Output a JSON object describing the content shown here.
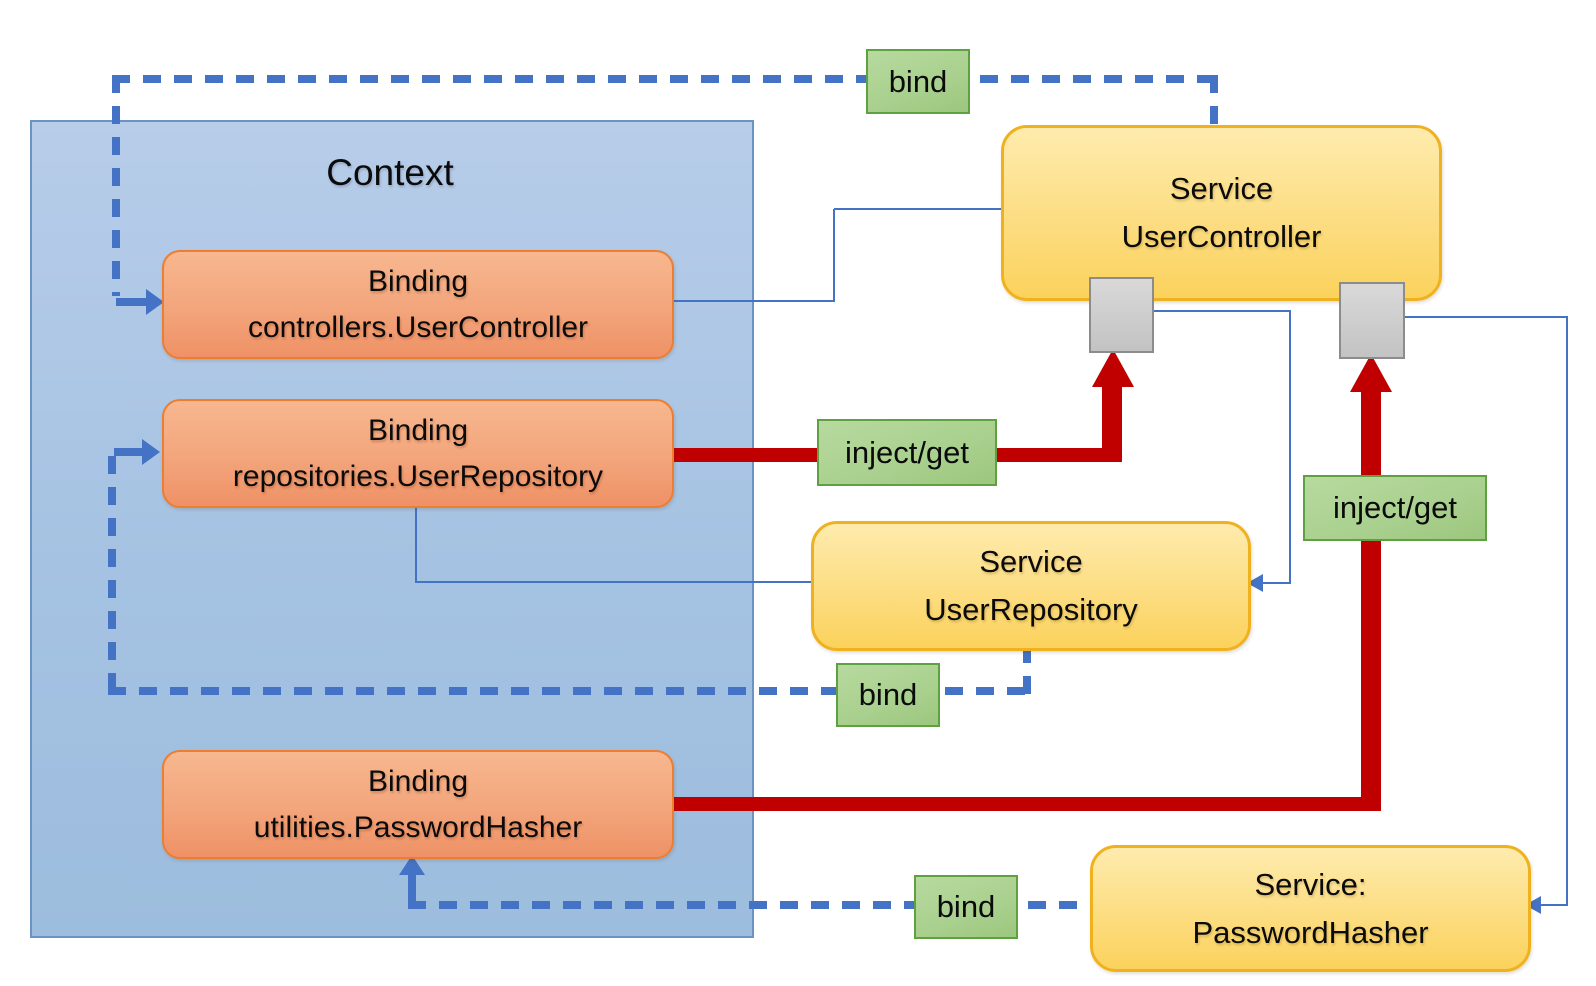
{
  "diagram": {
    "title": "Context"
  },
  "bindings": [
    {
      "line1": "Binding",
      "line2": "controllers.UserController"
    },
    {
      "line1": "Binding",
      "line2": "repositories.UserRepository"
    },
    {
      "line1": "Binding",
      "line2": "utilities.PasswordHasher"
    }
  ],
  "services": [
    {
      "line1": "Service",
      "line2": "UserController"
    },
    {
      "line1": "Service",
      "line2": "UserRepository"
    },
    {
      "line1": "Service:",
      "line2": "PasswordHasher"
    }
  ],
  "labels": {
    "bind_top": "bind",
    "bind_middle": "bind",
    "bind_bottom": "bind",
    "inject_get_left": "inject/get",
    "inject_get_right": "inject/get"
  },
  "connections": [
    {
      "from": "Service UserController",
      "to": "Binding controllers.UserController",
      "label": "bind",
      "style": "blue-dashed"
    },
    {
      "from": "Service UserRepository",
      "to": "Binding repositories.UserRepository",
      "label": "bind",
      "style": "blue-dashed"
    },
    {
      "from": "Service: PasswordHasher",
      "to": "Binding utilities.PasswordHasher",
      "label": "bind",
      "style": "blue-dashed"
    },
    {
      "from": "Binding repositories.UserRepository",
      "to": "Service UserController port 1",
      "label": "inject/get",
      "style": "red-thick"
    },
    {
      "from": "Binding utilities.PasswordHasher",
      "to": "Service UserController port 2",
      "label": "inject/get",
      "style": "red-thick"
    },
    {
      "from": "Binding controllers.UserController",
      "to": "Service UserController",
      "style": "blue-thin"
    },
    {
      "from": "Binding repositories.UserRepository",
      "to": "Service UserRepository",
      "style": "blue-thin"
    },
    {
      "from": "Service UserController port 1",
      "to": "Service UserRepository",
      "style": "blue-thin-arrow"
    },
    {
      "from": "Service UserController port 2",
      "to": "Service: PasswordHasher",
      "style": "blue-thin-arrow"
    }
  ],
  "colors": {
    "context_fill_top": "#B7CDE9",
    "context_fill_bottom": "#9DBDDE",
    "context_border": "#6B94C5",
    "binding_fill_top": "#F7B78F",
    "binding_fill_bottom": "#EF9166",
    "binding_border": "#ED7D31",
    "service_fill_top": "#FEEBAD",
    "service_fill_bottom": "#FBD25C",
    "service_border": "#EFB21E",
    "label_fill": "#A9D08E",
    "label_border": "#5FA140",
    "connector_blue": "#4472C4",
    "connector_red": "#C00000",
    "port_fill": "#CFCFCF",
    "port_border": "#8C8C8C"
  }
}
